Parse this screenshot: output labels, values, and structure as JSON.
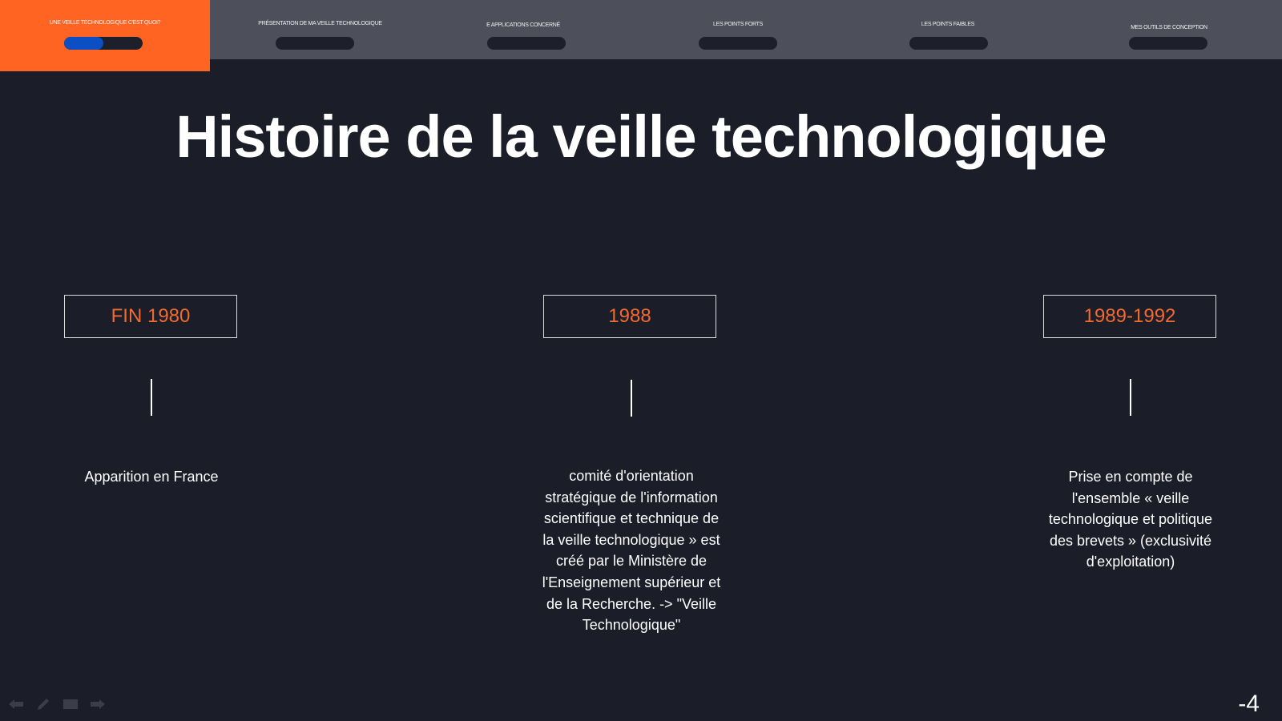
{
  "nav": {
    "items": [
      {
        "label": "UNE VEILLE TECHNOLOGIQUE C'EST QUOI?",
        "active": true,
        "progress": 0.5
      },
      {
        "label": "PRÉSENTATION DE MA VEILLE TECHNOLOGIQUE",
        "active": false,
        "progress": 0
      },
      {
        "label": "E APPLICATIONS CONCERNÉ",
        "active": false,
        "progress": 0
      },
      {
        "label": "LES POINTS FORTS",
        "active": false,
        "progress": 0
      },
      {
        "label": "LES POINTS FAIBLES",
        "active": false,
        "progress": 0
      },
      {
        "label": "MES OUTILS DE CONCEPTION",
        "active": false,
        "progress": 0
      }
    ]
  },
  "slide": {
    "title": "Histoire de la veille technologique",
    "timeline": [
      {
        "year": "FIN 1980",
        "description": "Apparition en France"
      },
      {
        "year": "1988",
        "description": "comité d'orientation stratégique de l'information scientifique et technique de la veille technologique » est créé par le Ministère de l'Enseignement supérieur et de la Recherche. -> \"Veille Technologique\""
      },
      {
        "year": "1989-1992",
        "description": "Prise en compte de l'ensemble « veille technologique et politique des brevets » (exclusivité d'exploitation)"
      }
    ],
    "page_number": "-4"
  },
  "controls": {
    "icons": [
      "back-arrow-icon",
      "pencil-icon",
      "screen-icon",
      "forward-arrow-icon"
    ]
  },
  "colors": {
    "background": "#1b1d29",
    "nav_bar": "#4d4f5b",
    "nav_active": "#ff6422",
    "progress_fill": "#0b4fc2",
    "year_text": "#f26a2e"
  }
}
